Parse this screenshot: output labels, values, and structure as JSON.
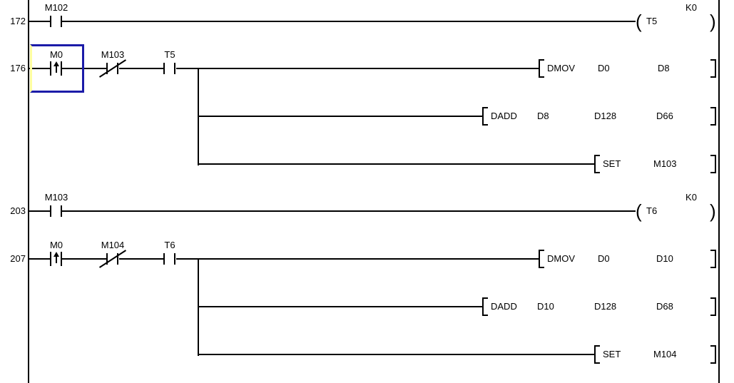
{
  "app": {
    "background_color": "#ffffff",
    "line_color": "#000000",
    "selection_border_color": "#1b1ba8",
    "selection_left_edge_color": "#ffff9e"
  },
  "rungs": {
    "r172": {
      "step": "172",
      "contacts": {
        "c1": "M102"
      },
      "coil": {
        "constant": "K0",
        "name": "T5"
      }
    },
    "r176": {
      "step": "176",
      "contacts": {
        "c1": "M0",
        "c2": "M103",
        "c3": "T5"
      },
      "instructions": {
        "i1": {
          "mn": "DMOV",
          "op1": "D0",
          "op2": "D8"
        },
        "i2": {
          "mn": "DADD",
          "op1": "D8",
          "op2": "D128",
          "op3": "D66"
        },
        "i3": {
          "mn": "SET",
          "op1": "M103"
        }
      }
    },
    "r203": {
      "step": "203",
      "contacts": {
        "c1": "M103"
      },
      "coil": {
        "constant": "K0",
        "name": "T6"
      }
    },
    "r207": {
      "step": "207",
      "contacts": {
        "c1": "M0",
        "c2": "M104",
        "c3": "T6"
      },
      "instructions": {
        "i1": {
          "mn": "DMOV",
          "op1": "D0",
          "op2": "D10"
        },
        "i2": {
          "mn": "DADD",
          "op1": "D10",
          "op2": "D128",
          "op3": "D68"
        },
        "i3": {
          "mn": "SET",
          "op1": "M104"
        }
      }
    }
  }
}
